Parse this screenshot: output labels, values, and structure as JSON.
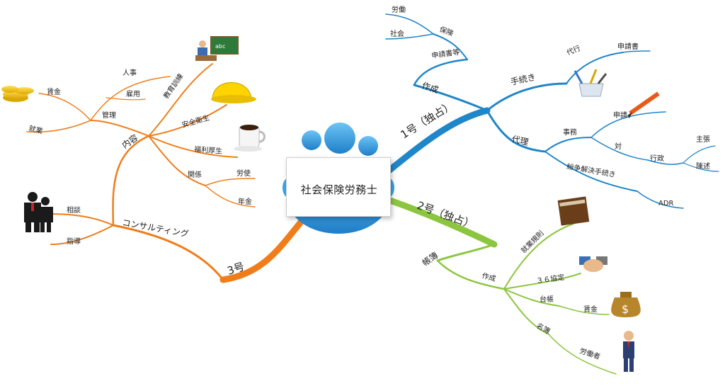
{
  "center": {
    "label": "社会保険労務士"
  },
  "colors": {
    "blue": "#1f86c8",
    "green": "#8cc63f",
    "orange": "#f07d1a"
  },
  "branches": {
    "b1": {
      "label": "1号（独占）",
      "sakusei": "作成",
      "shinseishotou": "申請書等",
      "hoken": "保険",
      "roudou": "労働",
      "shakai": "社会",
      "tetsuzuki": "手続き",
      "daikou": "代行",
      "shinseisho": "申請書",
      "dairi": "代理",
      "jimu": "事務",
      "shinsei": "申請",
      "tai": "対",
      "gyousei": "行政",
      "shuchou": "主張",
      "chinjutsu": "陳述",
      "funsou": "紛争解決手続き",
      "adr": "ADR"
    },
    "b2": {
      "label": "2号（独占）",
      "choubo": "帳簿",
      "sakusei": "作成",
      "shuugyou_kisoku": "就業規則",
      "kyoutei": "３６協定",
      "daichou": "台帳",
      "chingin": "賃金",
      "meibo": "名簿",
      "roudousha": "労働者"
    },
    "b3": {
      "label": "3号",
      "consulting": "コンサルティング",
      "soudan": "相談",
      "shidou": "指導",
      "naiyou": "内容",
      "kanri": "管理",
      "chingin": "賃金",
      "jinji": "人事",
      "koyou": "雇用",
      "shuugyou": "就業",
      "kyouiku": "教育訓練",
      "anzen": "安全衛生",
      "fukuri": "福利厚生",
      "kankei": "関係",
      "roushi": "労使",
      "nenkin": "年金"
    }
  },
  "icons": {
    "center": "people-group-icon",
    "teacher": "teacher-blackboard-icon",
    "helmet": "hard-hat-icon",
    "coffee": "coffee-cup-icon",
    "coins": "gold-coins-icon",
    "business": "business-people-icon",
    "pens": "pen-holder-icon",
    "pencil": "pencil-icon",
    "book": "book-icon",
    "handshake": "handshake-icon",
    "moneybag": "money-bag-icon",
    "worker": "businessman-icon"
  }
}
